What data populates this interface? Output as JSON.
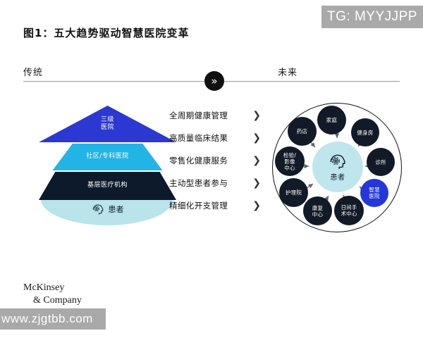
{
  "watermarks": {
    "telegram": "TG: MYYJJPP",
    "site": "www.zjgtbb.com"
  },
  "figure": {
    "title": "图1：五大趋势驱动智慧医院变革",
    "axis": {
      "left_label": "传统",
      "right_label": "未来",
      "badge_icon": "»"
    }
  },
  "left_panel": {
    "name": "traditional-hierarchy-pyramid",
    "tiers": [
      {
        "line1": "三级",
        "line2": "医院",
        "color": "#2b38d2"
      },
      {
        "line1": "社区/专科医院",
        "line2": "",
        "color": "#23b4e6"
      },
      {
        "line1": "基层医疗机构",
        "line2": "",
        "color": "#0c1a2c"
      }
    ],
    "patient_label": "患者",
    "base_color": "#b8e4ea"
  },
  "trends": {
    "chevron": "❯",
    "items": [
      {
        "label": "全周期健康管理"
      },
      {
        "label": "高质量临床结果"
      },
      {
        "label": "零售化健康服务"
      },
      {
        "label": "主动型患者参与"
      },
      {
        "label": "精细化开支管理"
      }
    ]
  },
  "right_panel": {
    "name": "future-ecosystem-wheel",
    "center_label": "患者",
    "center_color": "#bfe6ec",
    "node_color": "#111a26",
    "accent_color": "#2437d8",
    "nodes": [
      {
        "line1": "家庭",
        "line2": "",
        "line3": "",
        "accent": false
      },
      {
        "line1": "健身房",
        "line2": "",
        "line3": "",
        "accent": false
      },
      {
        "line1": "诊所",
        "line2": "",
        "line3": "",
        "accent": false
      },
      {
        "line1": "智慧",
        "line2": "医院",
        "line3": "",
        "accent": true
      },
      {
        "line1": "日间手",
        "line2": "术中心",
        "line3": "",
        "accent": false
      },
      {
        "line1": "康复",
        "line2": "中心",
        "line3": "",
        "accent": false
      },
      {
        "line1": "护理院",
        "line2": "",
        "line3": "",
        "accent": false
      },
      {
        "line1": "检验/",
        "line2": "影像",
        "line3": "中心",
        "accent": false
      },
      {
        "line1": "药店",
        "line2": "",
        "line3": "",
        "accent": false
      }
    ]
  },
  "footer": {
    "logo_line1": "McKinsey",
    "logo_line2": "& Company"
  }
}
